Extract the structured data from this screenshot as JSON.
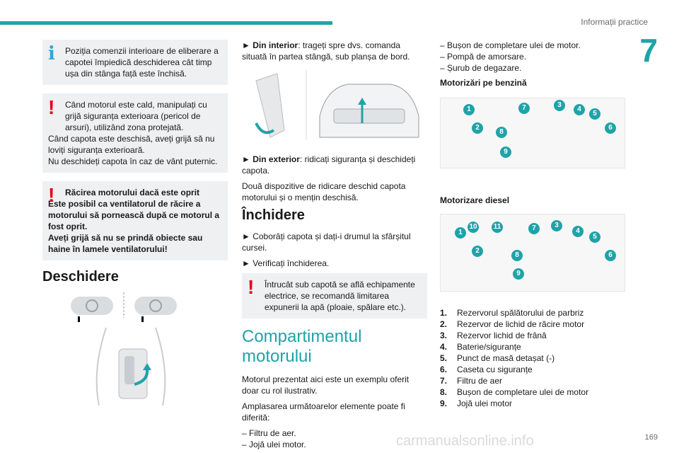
{
  "header": {
    "section": "Informații practice",
    "chapter": "7"
  },
  "col1": {
    "info_note": "Poziția comenzii interioare de eliberare a capotei împiedică deschiderea cât timp ușa din stânga față este închisă.",
    "warn1": {
      "line1": "Când motorul este cald, manipulați cu grijă siguranța exterioara (pericol de arsuri), utilizând zona protejată.",
      "line2": "Când capota este deschisă, aveți grijă să nu loviți siguranța exterioară.",
      "line3": "Nu deschideți capota în caz de vânt puternic."
    },
    "warn2": {
      "title": "Răcirea motorului dacă este oprit",
      "body": "Este posibil ca ventilatorul de răcire a motorului să pornească după ce motorul a fost oprit.",
      "body2": "Aveți grijă să nu se prindă obiecte sau haine în lamele ventilatorului!"
    },
    "heading": "Deschidere"
  },
  "col2": {
    "interior_label": "► Din interior",
    "interior_text": ": trageți spre dvs. comanda situată în partea stângă, sub planșa de bord.",
    "exterior_label": "► Din exterior",
    "exterior_text": ": ridicați siguranța și deschideți capota.",
    "exterior_text2": "Două dispozitive de ridicare deschid capota motorului și o mențin deschisă.",
    "closing_heading": "Închidere",
    "closing_1": "► Coborâți capota și dați-i drumul la sfârșitul cursei.",
    "closing_2": "► Verificați închiderea.",
    "warn": "Întrucât sub capotă se află echipamente electrice, se recomandă limitarea expunerii la apă (ploaie, spălare etc.).",
    "engine_heading": "Compartimentul motorului",
    "engine_p1": "Motorul prezentat aici este un exemplu oferit doar cu rol ilustrativ.",
    "engine_p2": "Amplasarea următoarelor elemente poate fi diferită:",
    "dash": [
      "– Filtru de aer.",
      "– Jojă ulei motor."
    ]
  },
  "col3": {
    "dash": [
      "– Bușon de completare ulei de motor.",
      "– Pompă de amorsare.",
      "– Șurub de degazare."
    ],
    "petrol_heading": "Motorizări pe benzină",
    "diesel_heading": "Motorizare diesel",
    "petrol_badges": [
      "1",
      "2",
      "7",
      "3",
      "4",
      "5",
      "6",
      "8",
      "9"
    ],
    "diesel_badges": [
      "1",
      "10",
      "11",
      "7",
      "3",
      "4",
      "5",
      "2",
      "8",
      "6",
      "9"
    ],
    "items": [
      {
        "n": "1.",
        "t": "Rezervorul spălătorului de parbriz"
      },
      {
        "n": "2.",
        "t": "Rezervor de lichid de răcire motor"
      },
      {
        "n": "3.",
        "t": "Rezervor lichid de frână"
      },
      {
        "n": "4.",
        "t": "Baterie/siguranțe"
      },
      {
        "n": "5.",
        "t": "Punct de masă detașat (-)"
      },
      {
        "n": "6.",
        "t": "Caseta cu siguranțe"
      },
      {
        "n": "7.",
        "t": "Filtru de aer"
      },
      {
        "n": "8.",
        "t": "Bușon de completare ulei de motor"
      },
      {
        "n": "9.",
        "t": "Jojă ulei motor"
      }
    ]
  },
  "footer": {
    "page": "169",
    "watermark": "carmanualsonline.info"
  }
}
